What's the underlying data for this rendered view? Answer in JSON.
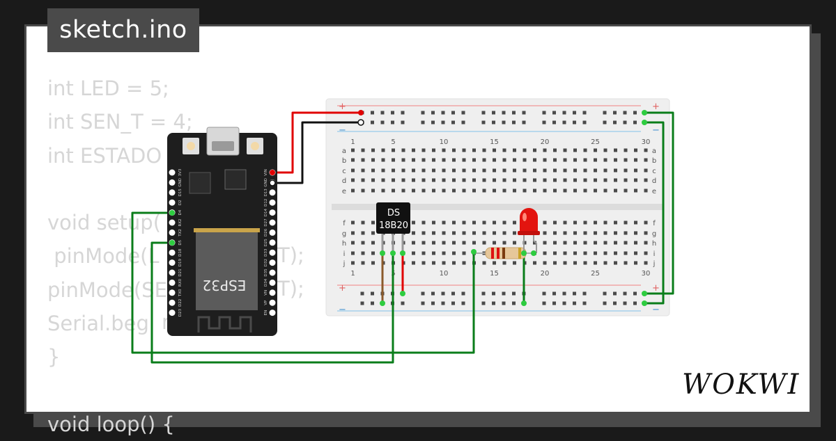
{
  "file_tab": {
    "title": "sketch.ino"
  },
  "code_lines": [
    "int LED = 5;",
    "int SEN_T = 4;",
    "int ESTADO",
    "",
    "void setup(",
    " pinMode(L",
    "pinMode(SE",
    "Serial.beg",
    "}",
    "",
    "void loop() {"
  ],
  "code_tail_fragments": {
    "line6": "T);",
    "line7": "T);",
    "line8": "n("
  },
  "esp32": {
    "chip_label": "ESP32",
    "pins_left": [
      "3V3",
      "GND",
      "D15",
      "D2",
      "D4",
      "RX2",
      "TX2",
      "D5",
      "D18",
      "D19",
      "D21",
      "RX0",
      "TX0",
      "D22",
      "D23"
    ],
    "pins_right": [
      "VIN",
      "GND",
      "D13",
      "D12",
      "D14",
      "D27",
      "D26",
      "D25",
      "D33",
      "D32",
      "D35",
      "D34",
      "VN",
      "VP",
      "EN"
    ]
  },
  "breadboard": {
    "rows_top": [
      "a",
      "b",
      "c",
      "d",
      "e"
    ],
    "rows_bottom": [
      "f",
      "g",
      "h",
      "i",
      "j"
    ],
    "column_numbers": [
      "1",
      "5",
      "10",
      "15",
      "20",
      "25",
      "30"
    ],
    "rail_plus": "+",
    "rail_minus": "−"
  },
  "sensor": {
    "line1": "DS",
    "line2": "18B20"
  },
  "brand": {
    "name": "WOKWI"
  },
  "colors": {
    "wire_green": "#0a7d1a",
    "wire_red": "#e00000",
    "wire_black": "#111111",
    "wire_brown": "#8b5a2b",
    "board_dark": "#1e1e1e",
    "breadboard_bg": "#efefef",
    "code_text": "#d6d6d6"
  }
}
